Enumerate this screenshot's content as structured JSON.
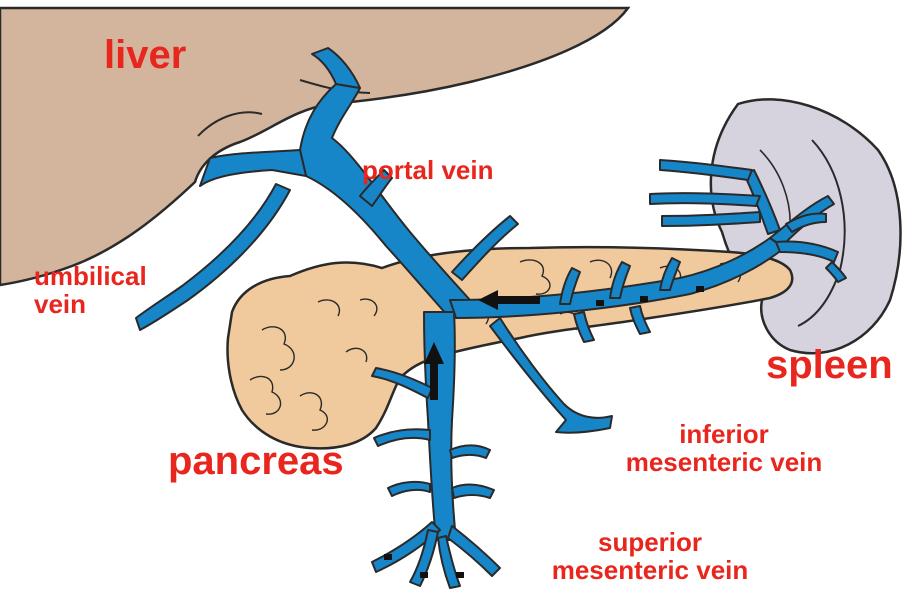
{
  "labels": {
    "liver": "liver",
    "portal_vein": "portal vein",
    "umbilical_vein": [
      "umbilical",
      "vein"
    ],
    "spleen": "spleen",
    "pancreas": "pancreas",
    "inferior_mesenteric_vein": [
      "inferior",
      "mesenteric vein"
    ],
    "superior_mesenteric_vein": [
      "superior",
      "mesenteric vein"
    ]
  },
  "colors": {
    "label_red": "#e8261e",
    "liver_fill": "#d2b59c",
    "pancreas_fill": "#f0c99c",
    "spleen_fill": "#d7d3de",
    "vein_blue": "#1686c9",
    "outline": "#2a2a2a",
    "arrow": "#111111"
  }
}
